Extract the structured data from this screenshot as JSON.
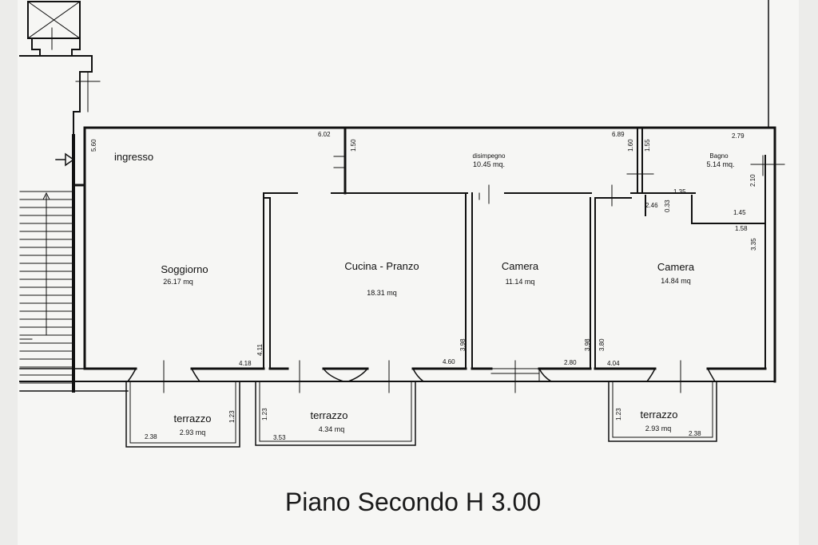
{
  "title": "Piano Secondo H 3.00",
  "rooms": [
    {
      "id": "ingresso",
      "name": "ingresso",
      "area": ""
    },
    {
      "id": "soggiorno",
      "name": "Soggiorno",
      "area": "26.17 mq"
    },
    {
      "id": "cucina",
      "name": "Cucina - Pranzo",
      "area": "18.31 mq"
    },
    {
      "id": "camera1",
      "name": "Camera",
      "area": "11.14 mq"
    },
    {
      "id": "camera2",
      "name": "Camera",
      "area": "14.84 mq"
    },
    {
      "id": "disimpegno",
      "name": "disimpegno",
      "area": "10.45 mq."
    },
    {
      "id": "bagno",
      "name": "Bagno",
      "area": "5.14 mq."
    },
    {
      "id": "terrazzo1",
      "name": "terrazzo",
      "area": "2.93 mq"
    },
    {
      "id": "terrazzo2",
      "name": "terrazzo",
      "area": "4.34 mq"
    },
    {
      "id": "terrazzo3",
      "name": "terrazzo",
      "area": "2.93 mq"
    }
  ],
  "dimensions": [
    "5.60",
    "6.02",
    "1.50",
    "6.89",
    "1.60",
    "1.55",
    "2.79",
    "2.10",
    "1.35",
    "2.46",
    "0.33",
    "1.45",
    "1.58",
    "3.35",
    "4.11",
    "4.18",
    "3.98",
    "4.60",
    "3.98",
    "2.80",
    "3.80",
    "4.04",
    "1.23",
    "2.38",
    "1.23",
    "3.53",
    "1.23",
    "2.38"
  ]
}
